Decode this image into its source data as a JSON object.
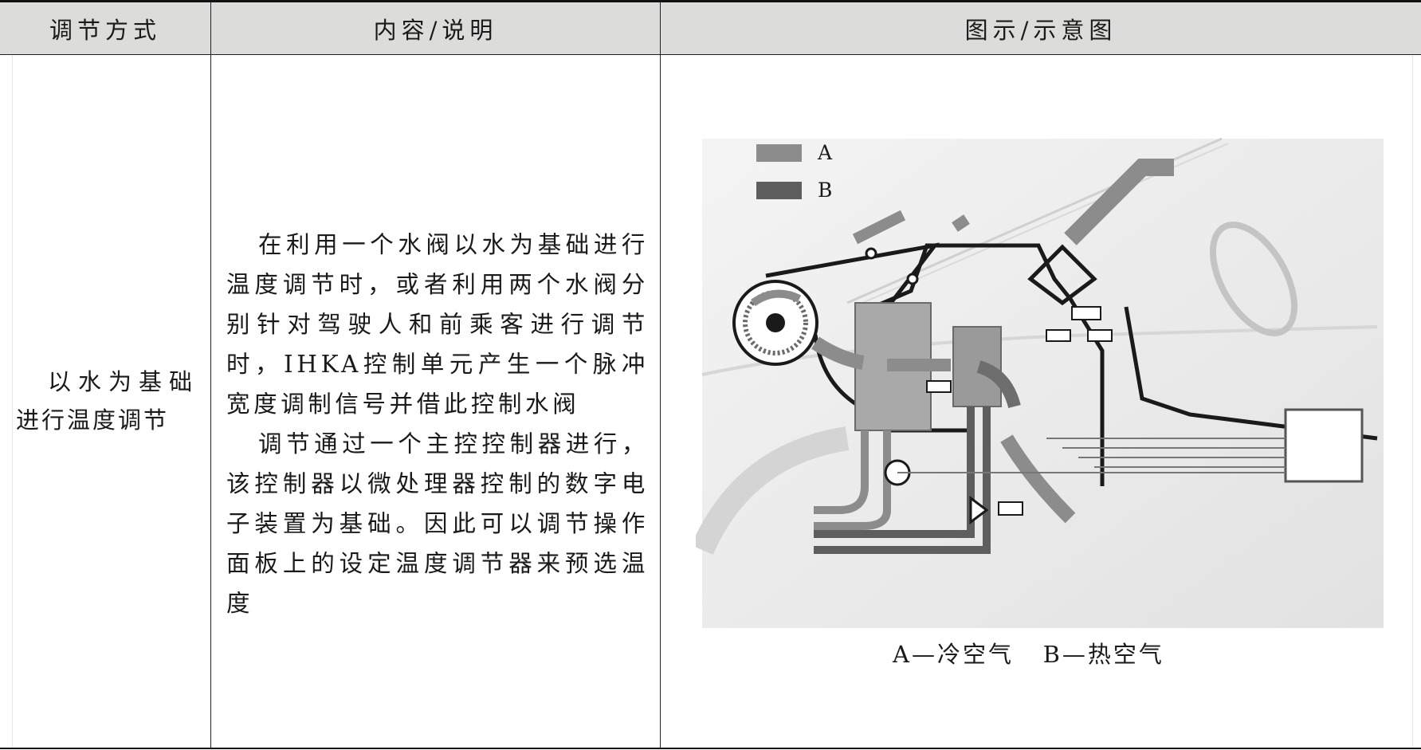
{
  "table": {
    "headers": [
      "调节方式",
      "内容/说明",
      "图示/示意图"
    ],
    "row": {
      "method_lines": [
        "以水为基础",
        "进行温度调节"
      ],
      "description": [
        "在利用一个水阀以水为基础进行温度调节时，或者利用两个水阀分别针对驾驶人和前乘客进行调节时，IHKA控制单元产生一个脉冲宽度调制信号并借此控制水阀",
        "调节通过一个主控控制器进行，该控制器以微处理器控制的数字电子装置为基础。因此可以调节操作面板上的设定温度调节器来预选温度"
      ],
      "figure": {
        "legend": [
          {
            "key": "A",
            "color": "#8c8c8c"
          },
          {
            "key": "B",
            "color": "#5e5e5e"
          }
        ],
        "caption": "A—冷空气   B—热空气"
      }
    }
  }
}
